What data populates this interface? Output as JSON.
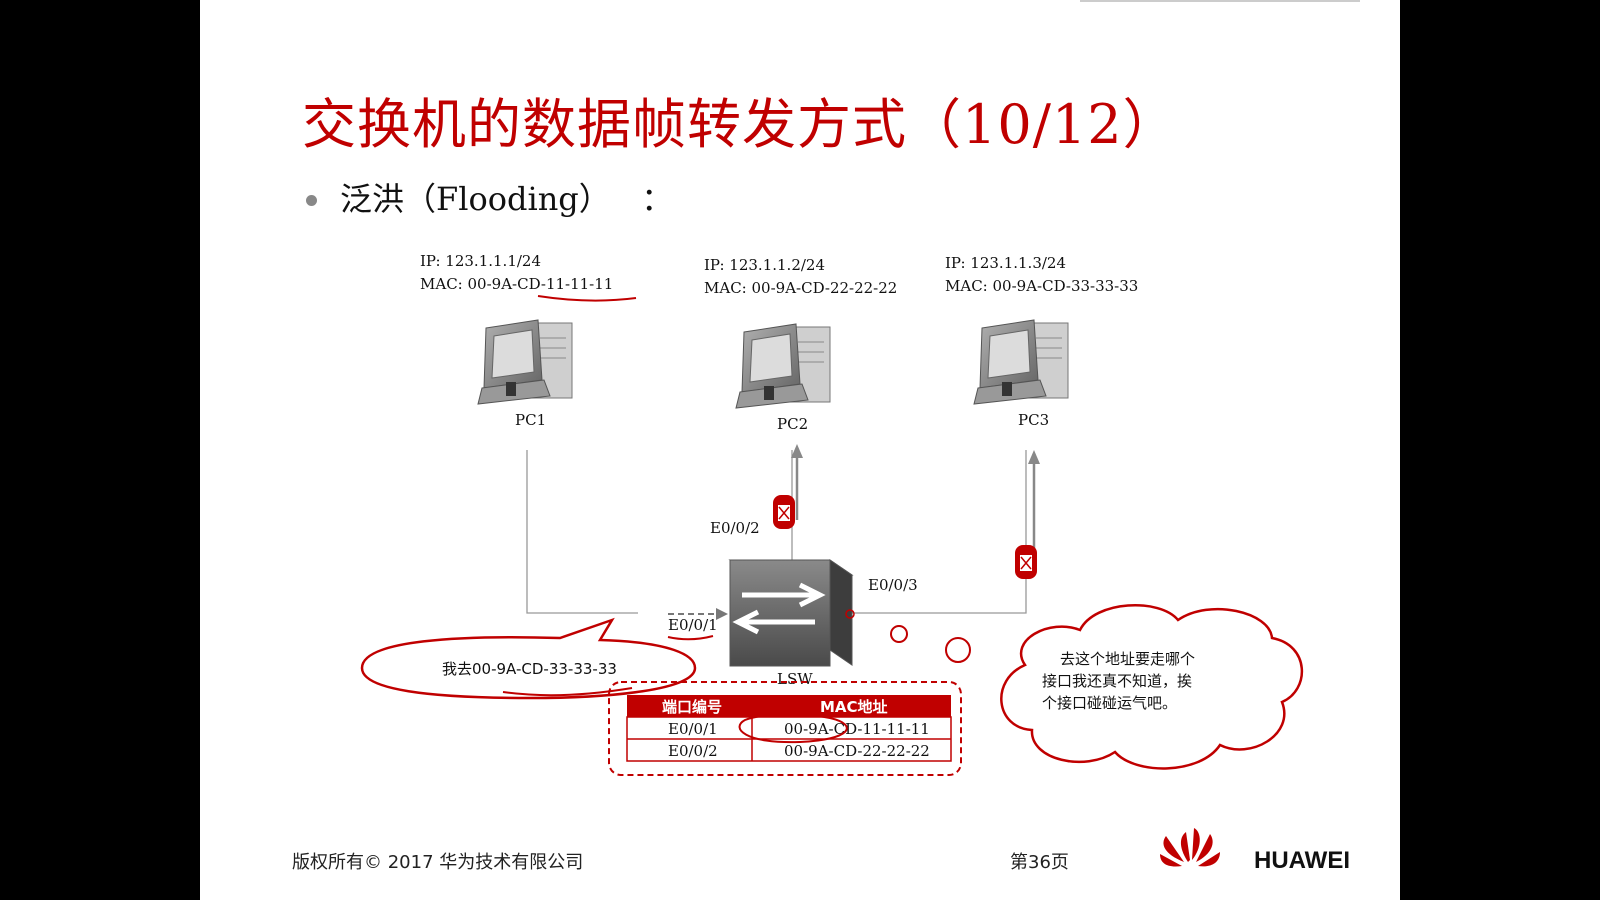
{
  "slide": {
    "title": "交换机的数据帧转发方式（10/12）",
    "bullet": "泛洪（Flooding）   ："
  },
  "hosts": [
    {
      "name": "PC1",
      "ip": "IP: 123.1.1.1/24",
      "mac": "MAC: 00-9A-CD-11-11-11"
    },
    {
      "name": "PC2",
      "ip": "IP: 123.1.1.2/24",
      "mac": "MAC: 00-9A-CD-22-22-22"
    },
    {
      "name": "PC3",
      "ip": "IP: 123.1.1.3/24",
      "mac": "MAC: 00-9A-CD-33-33-33"
    }
  ],
  "switch": {
    "name": "LSW",
    "ports": {
      "p1": "E0/0/1",
      "p2": "E0/0/2",
      "p3": "E0/0/3"
    }
  },
  "callouts": {
    "pc1_speech": "我去00-9A-CD-33-33-33",
    "cloud_line1": "去这个地址要走哪个",
    "cloud_line2": "接口我还真不知道，挨",
    "cloud_line3": "个接口碰碰运气吧。"
  },
  "mac_table": {
    "headers": [
      "端口编号",
      "MAC地址"
    ],
    "rows": [
      [
        "E0/0/1",
        "00-9A-CD-11-11-11"
      ],
      [
        "E0/0/2",
        "00-9A-CD-22-22-22"
      ]
    ]
  },
  "footer": {
    "copyright": "版权所有© 2017 华为技术有限公司",
    "page": "第36页",
    "brand": "HUAWEI"
  },
  "colors": {
    "accent": "#c00000",
    "table_header": "#c00000"
  }
}
